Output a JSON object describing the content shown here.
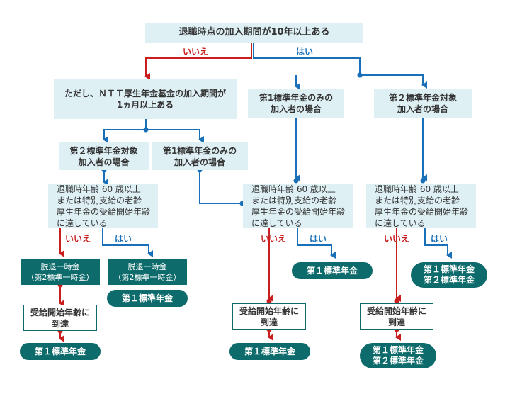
{
  "top_question": "退職時点の加入期間が10年以上ある",
  "labels": {
    "no": "いいえ",
    "yes": "はい"
  },
  "ntt_question": "ただし、ＮＴＴ厚生年金基金の加入期間が\n1ヵ月以上ある",
  "only_first_insured": "第1標準年金のみの\n加入者の場合",
  "second_target_insured": "第２標準年金対象\n加入者の場合",
  "left_second_target_insured": "第２標準年金対象\n加入者の場合",
  "left_only_first_insured": "第1標準年金のみの\n加入者の場合",
  "age_question": "退職時年齢 60 歳以上\nまたは特別支給の老齢\n厚生年金の受給開始年齢\nに達している",
  "lump_sum": "脱退一時金\n（第2標準一時金）",
  "reach_age": "受給開始年齢に\n到達",
  "first_pension": "第１標準年金",
  "first_second_pension": "第１標準年金\n第２標準年金",
  "colors": {
    "teal": "#0d6b6b",
    "light": "#dff0f5",
    "no_arrow": "#c81e1e",
    "yes_arrow": "#1a70b8"
  }
}
